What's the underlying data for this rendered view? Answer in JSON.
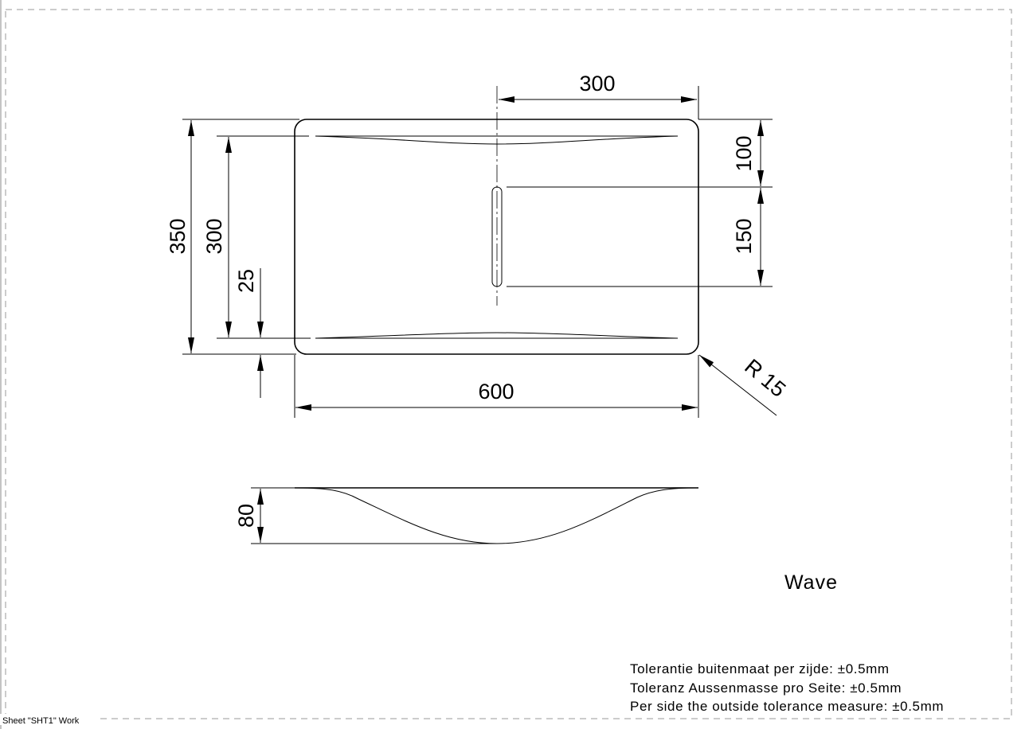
{
  "drawing": {
    "title": "Wave",
    "sheet_label": "Sheet \"SHT1\" Work",
    "dimensions": {
      "top_width": "300",
      "right_top": "100",
      "right_slot": "150",
      "overall_depth": "350",
      "inner_depth": "300",
      "edge_offset": "25",
      "overall_width": "600",
      "radius": "R 15",
      "profile_depth": "80"
    },
    "tolerances": [
      "Tolerantie buitenmaat per zijde: ±0.5mm",
      "Toleranz Aussenmasse pro Seite: ±0.5mm",
      "Per side the outside tolerance measure: ±0.5mm"
    ]
  }
}
